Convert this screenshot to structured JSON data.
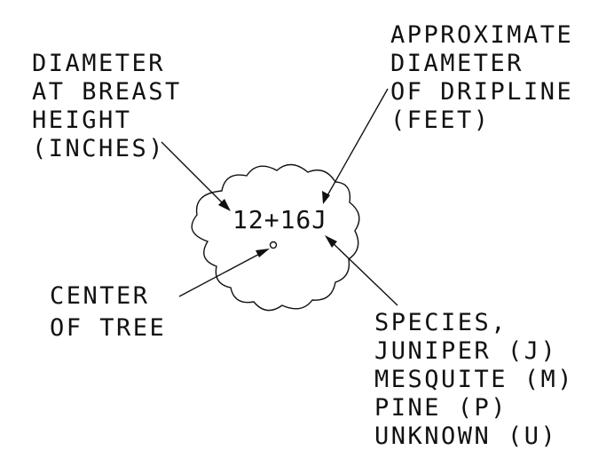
{
  "labels": {
    "dbh": [
      "DIAMETER",
      "AT BREAST",
      "HEIGHT",
      "(INCHES)"
    ],
    "dripline": [
      "APPROXIMATE",
      "DIAMETER",
      "OF DRIPLINE",
      "(FEET)"
    ],
    "center": [
      "CENTER",
      "OF TREE"
    ],
    "species": [
      "SPECIES,",
      "JUNIPER (J)",
      "MESQUITE (M)",
      "PINE (P)",
      "UNKNOWN (U)"
    ]
  },
  "tree": {
    "code": "12+16J"
  }
}
